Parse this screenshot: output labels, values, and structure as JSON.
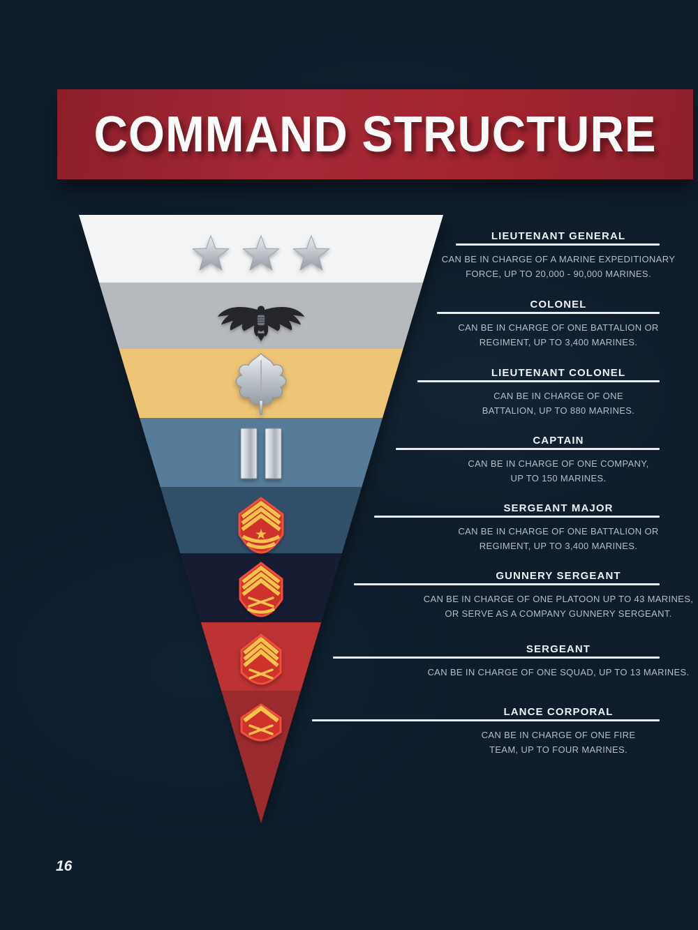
{
  "page": {
    "number": "16",
    "background_color": "#0e1c2b"
  },
  "banner": {
    "title": "COMMAND STRUCTURE",
    "background_color": "#a1242f",
    "text_color": "#fbfbfb"
  },
  "pyramid": {
    "shape": "inverted-funnel",
    "bands": [
      {
        "rank": "Lieutenant General",
        "color": "#f3f4f5",
        "insignia": "three-silver-stars"
      },
      {
        "rank": "Colonel",
        "color": "#b6b9bd",
        "insignia": "colonel-eagle"
      },
      {
        "rank": "Lieutenant Colonel",
        "color": "#eec477",
        "insignia": "silver-oak-leaf"
      },
      {
        "rank": "Captain",
        "color": "#567c9a",
        "insignia": "captain-double-bars"
      },
      {
        "rank": "Sergeant Major",
        "color": "#30506a",
        "insignia": "sergeant-major-chevrons"
      },
      {
        "rank": "Gunnery Sergeant",
        "color": "#181f31",
        "insignia": "gunnery-sergeant-chevrons"
      },
      {
        "rank": "Sergeant",
        "color": "#bd3330",
        "insignia": "sergeant-chevrons"
      },
      {
        "rank": "Lance Corporal",
        "color": "#9a2a2f",
        "insignia": "lance-corporal-chevron"
      }
    ]
  },
  "ranks": [
    {
      "title": "LIEUTENANT GENERAL",
      "desc": "CAN BE IN CHARGE OF A MARINE EXPEDITIONARY\nFORCE, UP TO 20,000 - 90,000 MARINES."
    },
    {
      "title": "COLONEL",
      "desc": "CAN BE IN CHARGE OF ONE BATTALION OR\nREGIMENT, UP TO 3,400 MARINES."
    },
    {
      "title": "LIEUTENANT COLONEL",
      "desc": "CAN BE IN CHARGE OF ONE\nBATTALION, UP TO 880 MARINES."
    },
    {
      "title": "CAPTAIN",
      "desc": "CAN BE IN CHARGE OF ONE COMPANY,\nUP TO 150 MARINES."
    },
    {
      "title": "SERGEANT MAJOR",
      "desc": "CAN BE IN CHARGE OF ONE BATTALION OR\nREGIMENT, UP TO 3,400 MARINES."
    },
    {
      "title": "GUNNERY SERGEANT",
      "desc": "CAN BE IN CHARGE OF ONE PLATOON UP TO 43 MARINES,\nOR SERVE AS A COMPANY GUNNERY SERGEANT."
    },
    {
      "title": "SERGEANT",
      "desc": "CAN BE IN CHARGE OF ONE SQUAD, UP TO 13 MARINES."
    },
    {
      "title": "LANCE CORPORAL",
      "desc": "CAN BE IN CHARGE OF ONE FIRE\nTEAM, UP TO FOUR MARINES."
    }
  ],
  "colors": {
    "divider": "#e9edf0",
    "title_text": "#eef2f5",
    "desc_text": "#b3bfc9",
    "chevron_gold": "#f6c44b",
    "chevron_red": "#ce302c",
    "chevron_border": "#f0503a"
  }
}
